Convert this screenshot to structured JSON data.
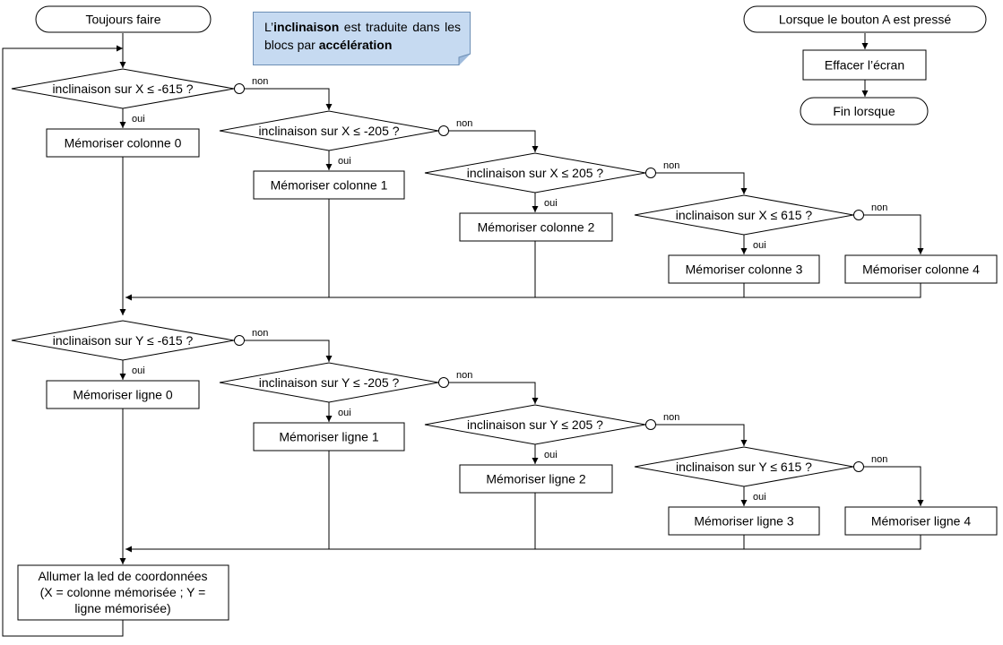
{
  "start": "Toujours faire",
  "event": {
    "title": "Lorsque le bouton A est pressé",
    "action": "Effacer l’écran",
    "end": "Fin lorsque"
  },
  "note": {
    "prefix": "L’",
    "term": "inclinaison",
    "middle": " est traduite dans les blocs par ",
    "term2": "accélération"
  },
  "branch_yes": "oui",
  "branch_no": "non",
  "x_tests": [
    "inclinaison sur X ≤ -615 ?",
    "inclinaison sur X ≤ -205 ?",
    "inclinaison sur X ≤ 205 ?",
    "inclinaison sur X ≤ 615 ?"
  ],
  "x_actions": [
    "Mémoriser colonne 0",
    "Mémoriser colonne 1",
    "Mémoriser colonne 2",
    "Mémoriser colonne 3",
    "Mémoriser colonne 4"
  ],
  "y_tests": [
    "inclinaison sur Y ≤ -615 ?",
    "inclinaison sur Y ≤ -205 ?",
    "inclinaison sur Y ≤ 205 ?",
    "inclinaison sur Y ≤ 615 ?"
  ],
  "y_actions": [
    "Mémoriser ligne 0",
    "Mémoriser ligne 1",
    "Mémoriser ligne 2",
    "Mémoriser ligne 3",
    "Mémoriser ligne 4"
  ],
  "final_action": [
    "Allumer la led de coordonnées",
    "(X = colonne mémorisée ; Y =",
    "ligne mémorisée)"
  ]
}
